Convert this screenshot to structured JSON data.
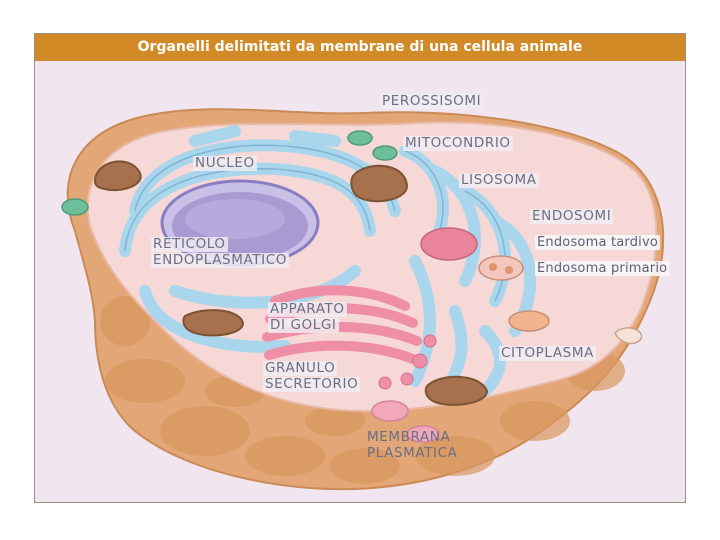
{
  "title": "Organelli delimitati da membrane di una cellula animale",
  "labels": {
    "perossisomi": "PEROSSISOMI",
    "mitocondrio": "MITOCONDRIO",
    "nucleo": "NUCLEO",
    "lisosoma": "LISOSOMA",
    "endosomi": "ENDOSOMI",
    "endosoma_tardivo": "Endosoma tardivo",
    "endosoma_primario": "Endosoma primario",
    "reticolo_1": "RETICOLO",
    "reticolo_2": "ENDOPLASMATICO",
    "golgi_1": "APPARATO",
    "golgi_2": "DI GOLGI",
    "citoplasma": "CITOPLASMA",
    "granulo_1": "GRANULO",
    "granulo_2": "SECRETORIO",
    "membrana_1": "MEMBRANA",
    "membrana_2": "PLASMATICA"
  },
  "colors": {
    "title_bar": "#d28a26",
    "background": "#f1e6ef",
    "cytoplasm": "#f6d9d6",
    "membrane": "#d99a63",
    "reticulum": "#a9d6ec",
    "nucleus": "#a99ad2",
    "golgi": "#ee8fa7",
    "mitochondrion": "#a7714d",
    "peroxisome": "#6cbf9a"
  }
}
